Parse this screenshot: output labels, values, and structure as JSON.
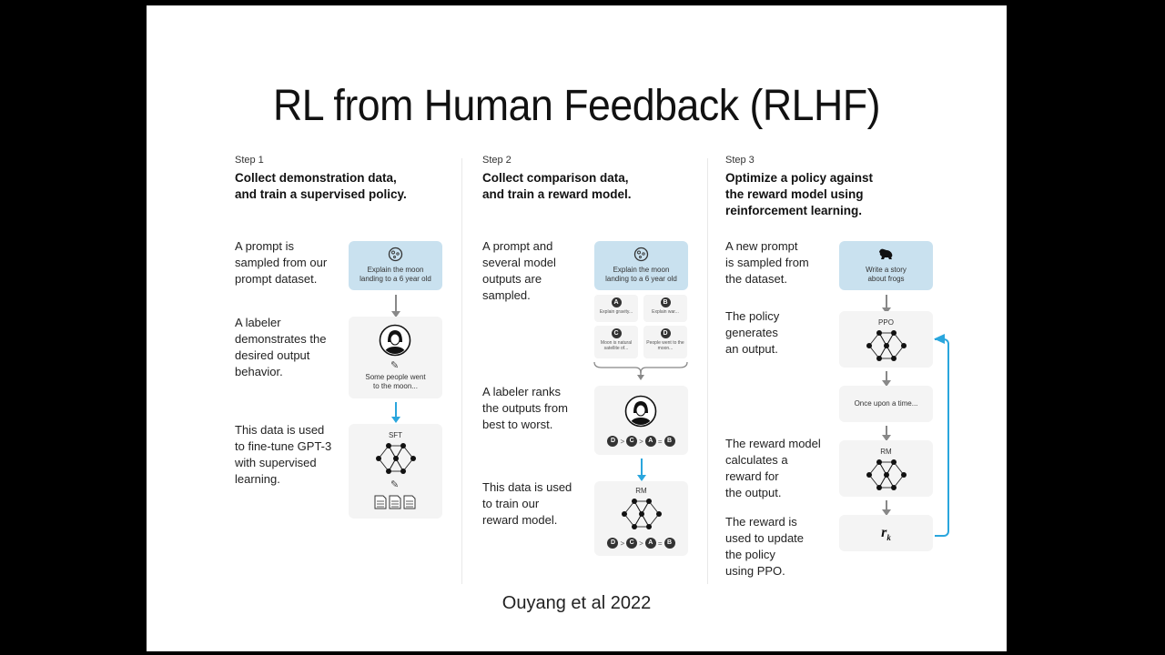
{
  "slide": {
    "title": "RL from Human Feedback (RLHF)",
    "citation": "Ouyang et al 2022"
  },
  "steps": [
    {
      "label": "Step 1",
      "heading_lines": [
        "Collect demonstration data,",
        "and train a supervised policy."
      ],
      "rows": [
        {
          "desc": [
            "A prompt is",
            "sampled from our",
            "prompt dataset."
          ],
          "box_text": [
            "Explain the moon",
            "landing to a 6 year old"
          ],
          "icon": "moon-icon"
        },
        {
          "desc": [
            "A labeler",
            "demonstrates the",
            "desired output",
            "behavior."
          ],
          "box_text": [
            "Some people went",
            "to the moon..."
          ],
          "icon": "labeler-icon"
        },
        {
          "desc": [
            "This data is used",
            "to fine-tune GPT-3",
            "with supervised",
            "learning."
          ],
          "box_label": "SFT",
          "icon": "neural-network-icon"
        }
      ]
    },
    {
      "label": "Step 2",
      "heading_lines": [
        "Collect comparison data,",
        "and train a reward model."
      ],
      "rows": [
        {
          "desc": [
            "A prompt and",
            "several model",
            "outputs are",
            "sampled."
          ],
          "box_text": [
            "Explain the moon",
            "landing to a 6 year old"
          ],
          "icon": "moon-icon"
        },
        {
          "desc": [
            "A labeler ranks",
            "the outputs from",
            "best to worst."
          ],
          "icon": "labeler-icon"
        },
        {
          "desc": [
            "This data is used",
            "to train our",
            "reward model."
          ],
          "box_label": "RM",
          "icon": "neural-network-icon"
        }
      ],
      "outputs": [
        {
          "letter": "A",
          "text": "Explain gravity..."
        },
        {
          "letter": "B",
          "text": "Explain war..."
        },
        {
          "letter": "C",
          "text": "Moon is natural satellite of..."
        },
        {
          "letter": "D",
          "text": "People went to the moon..."
        }
      ],
      "ranking": [
        {
          "letter": "D"
        },
        {
          "op": ">"
        },
        {
          "letter": "C"
        },
        {
          "op": ">"
        },
        {
          "letter": "A"
        },
        {
          "op": "="
        },
        {
          "letter": "B"
        }
      ]
    },
    {
      "label": "Step 3",
      "heading_lines": [
        "Optimize a policy against",
        "the reward model using",
        "reinforcement learning."
      ],
      "rows": [
        {
          "desc": [
            "A new prompt",
            "is sampled from",
            "the dataset."
          ],
          "box_text": [
            "Write a story",
            "about frogs"
          ],
          "icon": "frog-icon"
        },
        {
          "desc": [
            "The policy",
            "generates",
            "an output."
          ],
          "box_label": "PPO",
          "icon": "neural-network-icon"
        },
        {
          "box_text": [
            "Once upon a time..."
          ]
        },
        {
          "desc": [
            "The reward model",
            "calculates a",
            "reward for",
            "the output."
          ],
          "box_label": "RM",
          "icon": "neural-network-icon"
        },
        {
          "desc": [
            "The reward is",
            "used to update",
            "the policy",
            "using PPO."
          ],
          "box_label": "r",
          "box_sub": "k"
        }
      ]
    }
  ],
  "colors": {
    "prompt_box": "#c9e1ef",
    "card_box": "#f4f4f4",
    "blue_arrow": "#2aa6dd",
    "gray_arrow": "#888888"
  }
}
